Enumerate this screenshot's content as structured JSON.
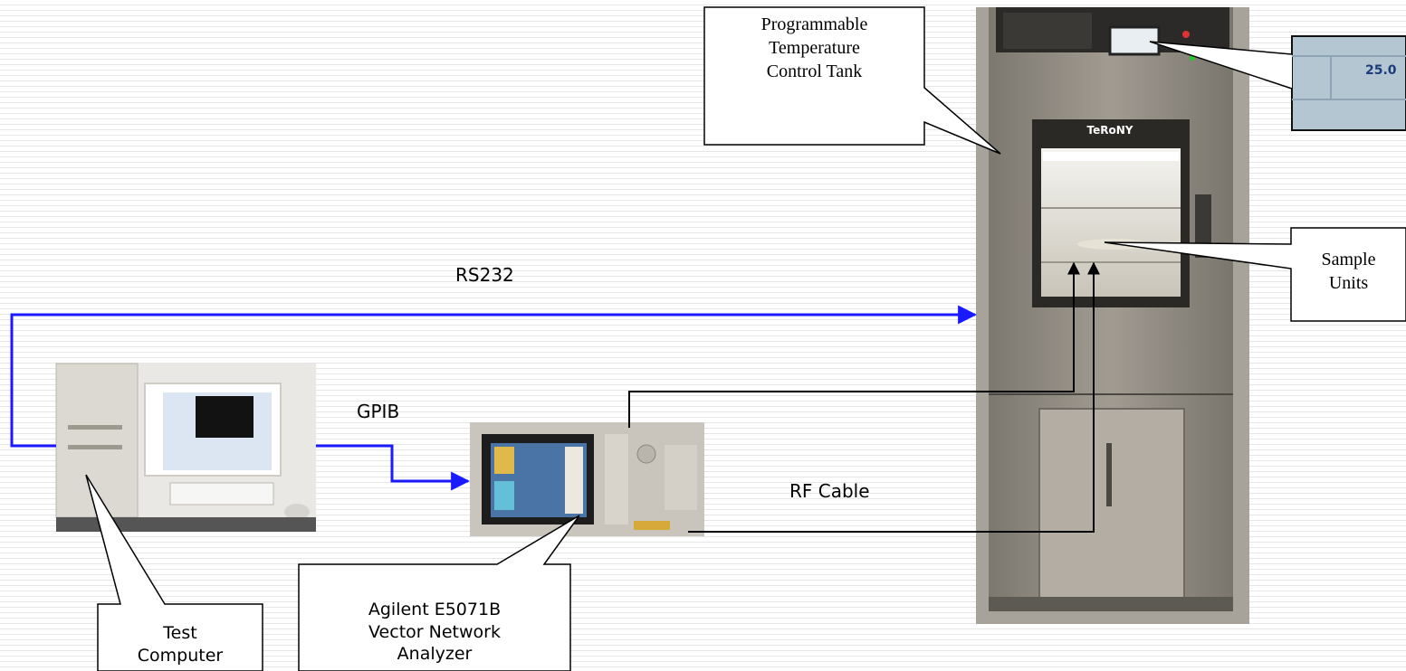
{
  "connections": {
    "rs232": "RS232",
    "gpib": "GPIB",
    "rf_cable": "RF Cable"
  },
  "callouts": {
    "chamber": [
      "Programmable",
      "Temperature",
      "Control Tank"
    ],
    "sample": [
      "Sample",
      "Units"
    ],
    "computer": [
      "Test",
      "Computer"
    ],
    "analyzer": [
      "Agilent E5071B",
      "Vector Network",
      "Analyzer"
    ]
  },
  "display_readout": "25.0",
  "chamber_brand": "TeRoNY",
  "colors": {
    "rs232_line": "#1a1aff",
    "gpib_line": "#1a1aff",
    "rf_line": "#000000",
    "chamber_body": "#8f8a82"
  }
}
